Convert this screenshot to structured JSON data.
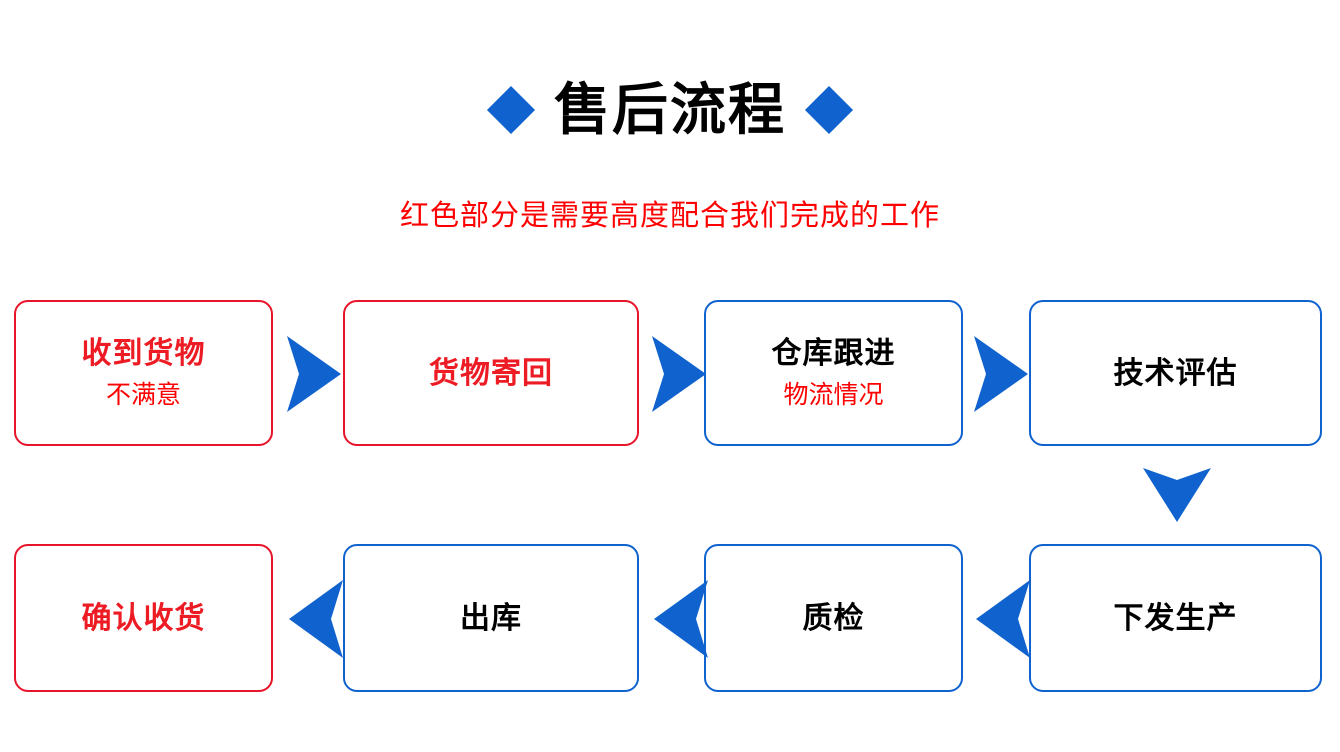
{
  "header": {
    "title": "售后流程",
    "subtitle": "红色部分是需要高度配合我们完成的工作",
    "diamond_left": "diamond-decoration",
    "diamond_right": "diamond-decoration"
  },
  "colors": {
    "accent_blue": "#1063CE",
    "red_border": "#E8142A",
    "red_text": "#ED1C24",
    "subtitle_red": "#FF0000",
    "black_text": "#000000",
    "background": "#FFFFFF"
  },
  "flow": {
    "row1": [
      {
        "title": "收到货物",
        "sub": "不满意",
        "style": "red"
      },
      {
        "title": "货物寄回",
        "sub": "",
        "style": "red"
      },
      {
        "title": "仓库跟进",
        "sub": "物流情况",
        "style": "blue"
      },
      {
        "title": "技术评估",
        "sub": "",
        "style": "blue"
      }
    ],
    "row2": [
      {
        "title": "确认收货",
        "sub": "",
        "style": "red"
      },
      {
        "title": "出库",
        "sub": "",
        "style": "blue"
      },
      {
        "title": "质检",
        "sub": "",
        "style": "blue"
      },
      {
        "title": "下发生产",
        "sub": "",
        "style": "blue"
      }
    ],
    "arrows": [
      {
        "name": "arrow-right-1",
        "direction": "right"
      },
      {
        "name": "arrow-right-2",
        "direction": "right"
      },
      {
        "name": "arrow-right-3",
        "direction": "right"
      },
      {
        "name": "arrow-down-1",
        "direction": "down"
      },
      {
        "name": "arrow-left-1",
        "direction": "left"
      },
      {
        "name": "arrow-left-2",
        "direction": "left"
      },
      {
        "name": "arrow-left-3",
        "direction": "left"
      }
    ]
  }
}
